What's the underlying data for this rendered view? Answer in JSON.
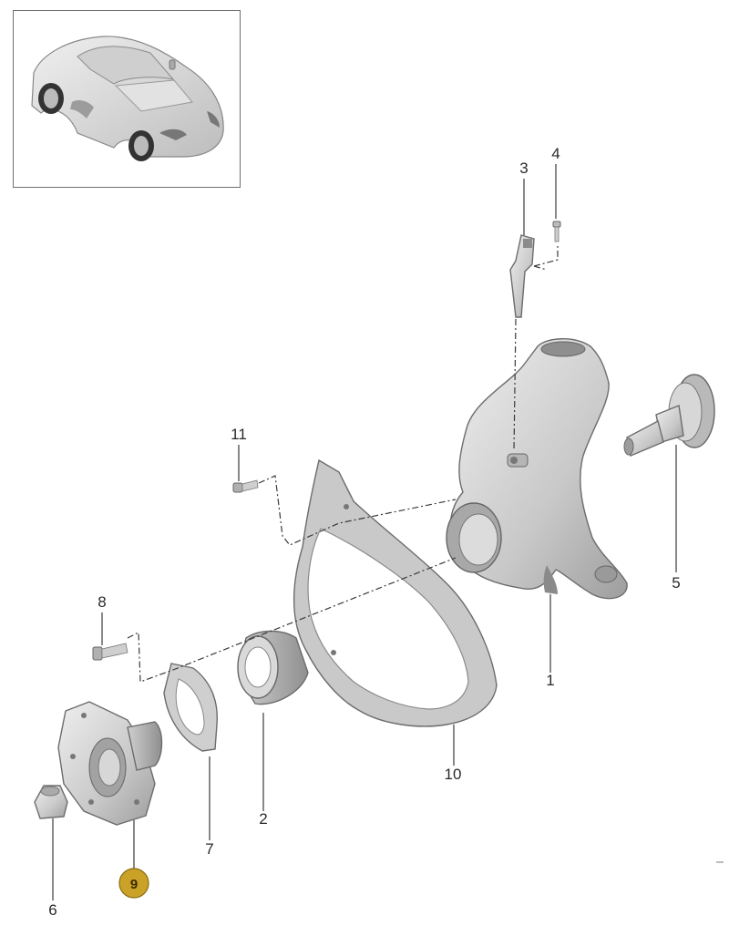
{
  "diagram": {
    "callouts": [
      {
        "id": "c1",
        "label": "1"
      },
      {
        "id": "c2",
        "label": "2"
      },
      {
        "id": "c3",
        "label": "3"
      },
      {
        "id": "c4",
        "label": "4"
      },
      {
        "id": "c5",
        "label": "5"
      },
      {
        "id": "c6",
        "label": "6"
      },
      {
        "id": "c7",
        "label": "7"
      },
      {
        "id": "c8",
        "label": "8"
      },
      {
        "id": "c9",
        "label": "9",
        "highlighted": true
      },
      {
        "id": "c10",
        "label": "10"
      },
      {
        "id": "c11",
        "label": "11"
      }
    ],
    "highlight_color": "#c9a227",
    "part_fill": "#d6d6d6",
    "part_shade": "#a9a9a9"
  },
  "thumbnail": {
    "icon": "sports-car-icon"
  }
}
